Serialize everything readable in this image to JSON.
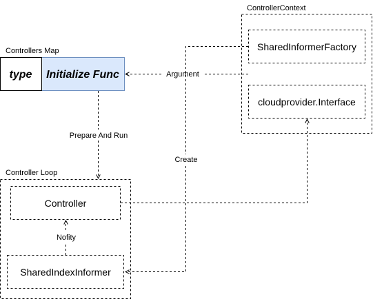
{
  "groups": {
    "controllers_map": "Controllers Map",
    "controller_context": "ControllerContext",
    "controller_loop": "Controller Loop"
  },
  "nodes": {
    "type": "type",
    "initialize_func": "Initialize Func",
    "shared_informer_factory": "SharedInformerFactory",
    "cloudprovider_interface": "cloudprovider.Interface",
    "controller": "Controller",
    "shared_index_informer": "SharedIndexInformer"
  },
  "edges": {
    "argument": "Argument",
    "prepare_and_run": "Prepare And Run",
    "create": "Create",
    "nofity": "Nofity"
  },
  "colors": {
    "initialize_func_fill": "#dae8fc",
    "initialize_func_stroke": "#6c8ebf",
    "line": "#000000"
  }
}
